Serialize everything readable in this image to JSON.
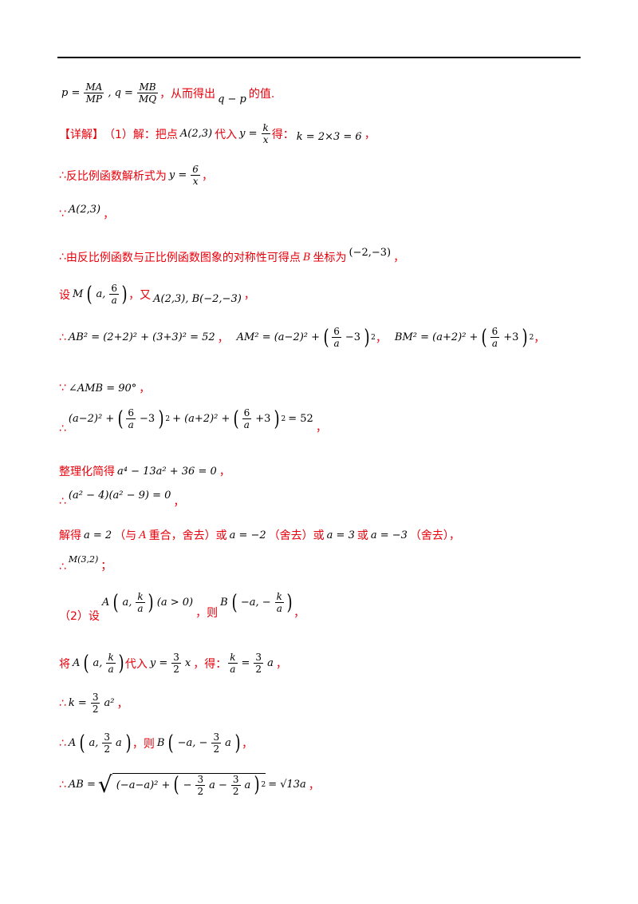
{
  "doc": {
    "line1": {
      "math1": "p = ",
      "frac1_num": "MA",
      "frac1_den": "MP",
      "math2": ", q = ",
      "frac2_num": "MB",
      "frac2_den": "MQ",
      "text": "，从而得出",
      "math3": "q − p",
      "text2": "的值."
    },
    "line2": {
      "tag": "【详解】",
      "text1": "（1）解：把点",
      "math1": "A(2,3)",
      "text2": "代入",
      "math2": "y = ",
      "frac_num": "k",
      "frac_den": "x",
      "text3": "得：",
      "math3": "k = 2×3 = 6",
      "tail": "，"
    },
    "line3": {
      "sym": "∴",
      "text": "反比例函数解析式为",
      "math": "y = ",
      "frac_num": "6",
      "frac_den": "x",
      "tail": "，"
    },
    "line4": {
      "sym": "∵",
      "math": "A(2,3)",
      "tail": "，"
    },
    "line5": {
      "sym": "∴",
      "text": "由反比例函数与正比例函数图象的对称性可得点",
      "b": "B",
      "text2": "坐标为",
      "math": "(−2,−3)",
      "tail": "，"
    },
    "line6": {
      "text": "设",
      "math1": "M",
      "inner": "a,",
      "frac_num": "6",
      "frac_den": "a",
      "text2": "，又",
      "math2": "A(2,3), B(−2,−3)",
      "tail": "，"
    },
    "line7": {
      "sym": "∴",
      "math1": "AB² = (2+2)² + (3+3)² = 52",
      "sep1": "，",
      "math2": "AM² = (a−2)² + ",
      "f1": "6",
      "d1": "a",
      "m2tail": "−3",
      "sep2": "，",
      "math3": "BM² = (a+2)² + ",
      "f2": "6",
      "d2": "a",
      "m3tail": "+3",
      "tail": "，"
    },
    "line8": {
      "sym": "∵",
      "math": "∠AMB = 90°",
      "tail": "，"
    },
    "line9": {
      "sym": "∴",
      "math1": "(a−2)² + ",
      "f1": "6",
      "d1": "a",
      "t1": "−3",
      "math2": " + (a+2)² + ",
      "f2": "6",
      "d2": "a",
      "t2": "+3",
      "eq": " = 52",
      "tail": "，"
    },
    "line10": {
      "text": "整理化简得",
      "math": "a⁴ − 13a² + 36 = 0",
      "tail": "，"
    },
    "line11": {
      "sym": "∴",
      "math": "(a² − 4)(a² − 9) = 0",
      "tail": "，"
    },
    "line12": {
      "text1": "解得",
      "m1": "a = 2",
      "t2": "（与",
      "a": "A",
      "t3": "重合，舍去）或",
      "m2": "a = −2",
      "t4": "（舍去）或",
      "m3": "a = 3",
      "t5": "或",
      "m4": "a = −3",
      "t6": "（舍去），"
    },
    "line13": {
      "sym": "∴",
      "math": "M(3,2)",
      "tail": "；"
    },
    "line14": {
      "text": "（2）设",
      "math1": "A",
      "inner1": "a,",
      "f_num": "k",
      "f_den": "a",
      "cond": "(a > 0)",
      "text2": "，则",
      "math2": "B",
      "inner2": "−a, −",
      "f2_num": "k",
      "f2_den": "a",
      "tail": "，"
    },
    "line15": {
      "text": "将",
      "math1": "A",
      "inner": "a,",
      "f_num": "k",
      "f_den": "a",
      "text2": "代入",
      "math2": "y = ",
      "f2_num": "3",
      "f2_den": "2",
      "x": "x",
      "text3": "，得：",
      "f3_num": "k",
      "f3_den": "a",
      "eq": " = ",
      "f4_num": "3",
      "f4_den": "2",
      "a": "a",
      "tail": "，"
    },
    "line16": {
      "sym": "∴",
      "math": "k = ",
      "f_num": "3",
      "f_den": "2",
      "a": "a²",
      "tail": "，"
    },
    "line17": {
      "sym": "∴",
      "math1": "A",
      "inner1": "a,",
      "f1_num": "3",
      "f1_den": "2",
      "a1": "a",
      "text": "，则",
      "math2": "B",
      "inner2": "−a, −",
      "f2_num": "3",
      "f2_den": "2",
      "a2": "a",
      "tail": "，"
    },
    "line18": {
      "sym": "∴",
      "math": "AB = ",
      "sqrt_a": "(−a−a)² + ",
      "inner": "− ",
      "f1_num": "3",
      "f1_den": "2",
      "mid": "a − ",
      "f2_num": "3",
      "f2_den": "2",
      "end": "a",
      "res": " = √13a",
      "tail": "，"
    }
  }
}
